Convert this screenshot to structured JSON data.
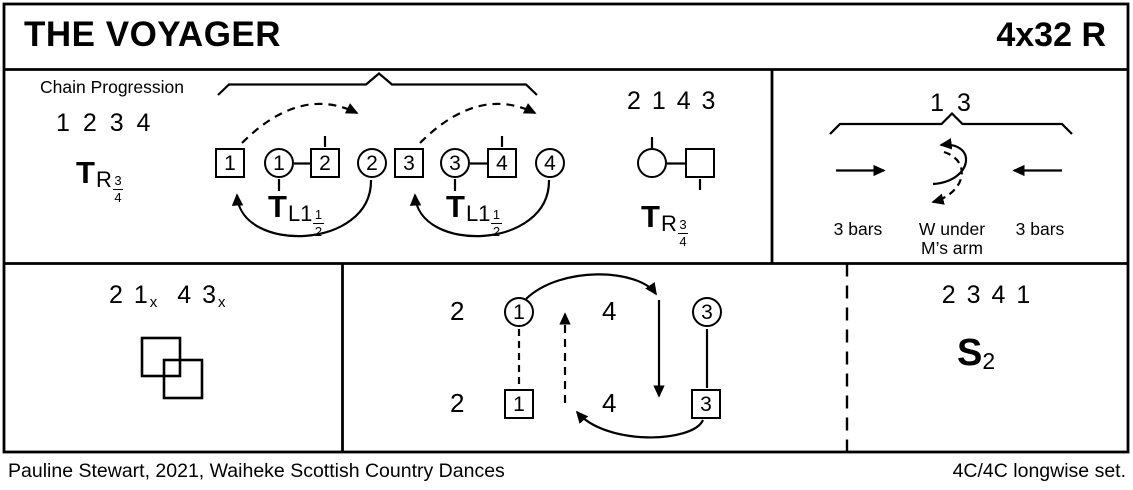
{
  "colors": {
    "ink": "#000000",
    "paper": "#ffffff"
  },
  "header": {
    "title": "THE VOYAGER",
    "repeat": "4x32 R"
  },
  "chain_panel": {
    "label": "Chain Progression",
    "start_order": "1 2 3 4",
    "turn_right": {
      "sym": "T",
      "sub": "R",
      "num": "3",
      "den": "4"
    },
    "dancers": {
      "sq1": "1",
      "c1": "1",
      "sq2": "2",
      "c2": "2",
      "sq3": "3",
      "c3": "3",
      "sq4": "4",
      "c4": "4"
    },
    "turn_left_a": {
      "sym": "T",
      "sub": "L1",
      "num": "1",
      "den": "2"
    },
    "turn_left_b": {
      "sym": "T",
      "sub": "L1",
      "num": "1",
      "den": "2"
    },
    "end_order": "2 1 4 3",
    "end_turn": {
      "sym": "T",
      "sub": "R",
      "num": "3",
      "den": "4"
    }
  },
  "arch_panel": {
    "couples": "1 3",
    "left_label": "3 bars",
    "center_label_1": "W under",
    "center_label_2": "M’s arm",
    "right_label": "3 bars"
  },
  "squares_panel": {
    "order_a": "2 1",
    "sub_a": "x",
    "order_b": "4 3",
    "sub_b": "x"
  },
  "track_panel": {
    "top_left_num": "2",
    "top_circle": "1",
    "top_mid_num": "4",
    "top_right_circle": "3",
    "bottom_left_num": "2",
    "bottom_square": "1",
    "bottom_mid_num": "4",
    "bottom_right_square": "3"
  },
  "set_panel": {
    "order": "2 3 4 1",
    "sym": "S",
    "sub": "2"
  },
  "footer": {
    "credit": "Pauline Stewart, 2021, Waiheke Scottish Country Dances",
    "set_type": "4C/4C longwise set."
  }
}
